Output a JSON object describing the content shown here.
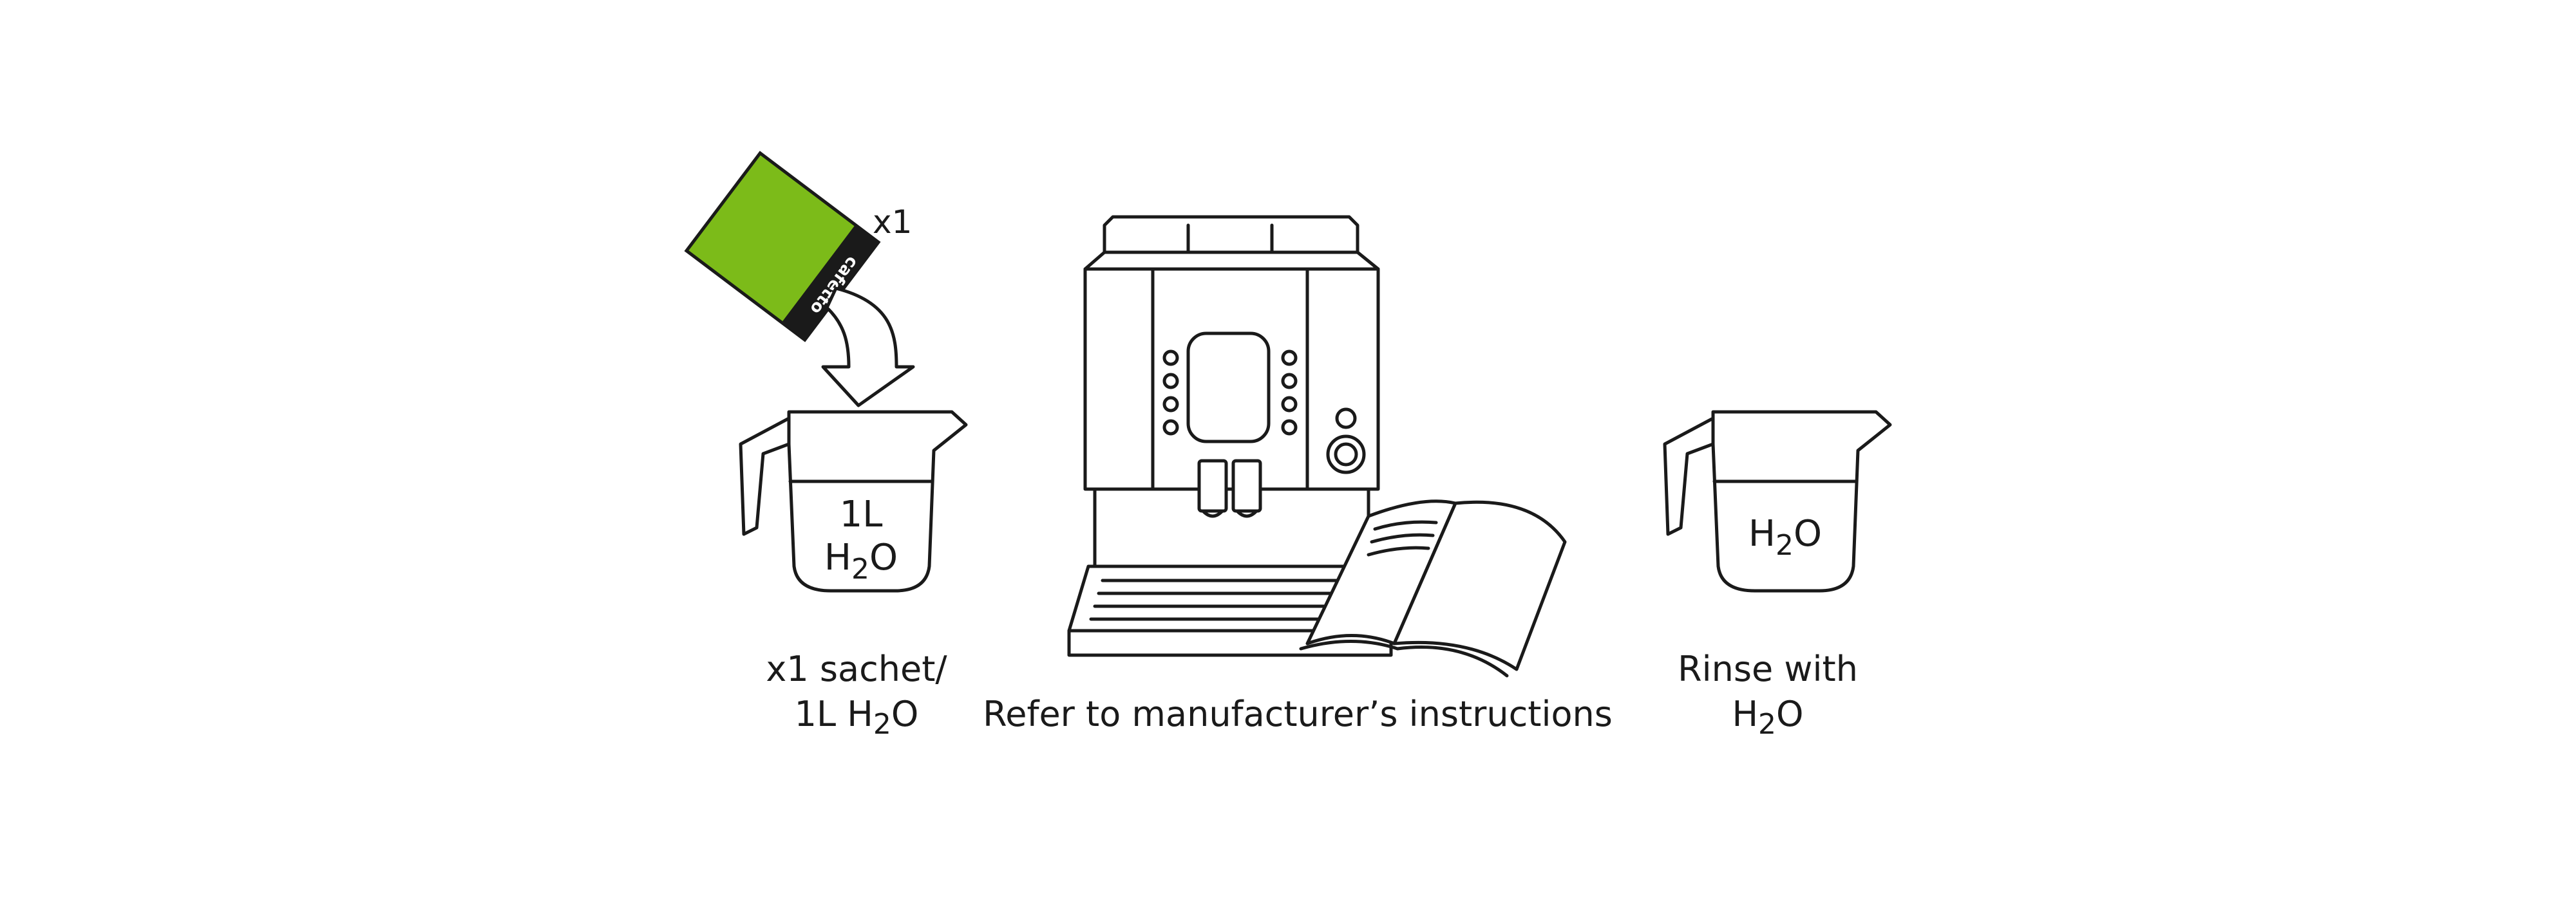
{
  "colors": {
    "line": "#1a1a1a",
    "sachet": "#7cbb19",
    "sachet_band": "#1a1a1a"
  },
  "sachet": {
    "quantity": "x1",
    "brand": "cafetto"
  },
  "jug1": {
    "volume": "1L",
    "formula_h": "H",
    "formula_sub": "2",
    "formula_o": "O"
  },
  "jug2": {
    "formula_h": "H",
    "formula_sub": "2",
    "formula_o": "O"
  },
  "step1": {
    "line1": "x1 sachet/",
    "line2_prefix": "1L H",
    "line2_sub": "2",
    "line2_suffix": "O"
  },
  "step2": {
    "caption": "Refer to manufacturer’s instructions"
  },
  "step3": {
    "line1": "Rinse with",
    "line2_prefix": "H",
    "line2_sub": "2",
    "line2_suffix": "O"
  },
  "icons": [
    "sachet-icon",
    "pour-arrow-icon",
    "measuring-jug-icon",
    "coffee-machine-icon",
    "open-manual-icon"
  ]
}
